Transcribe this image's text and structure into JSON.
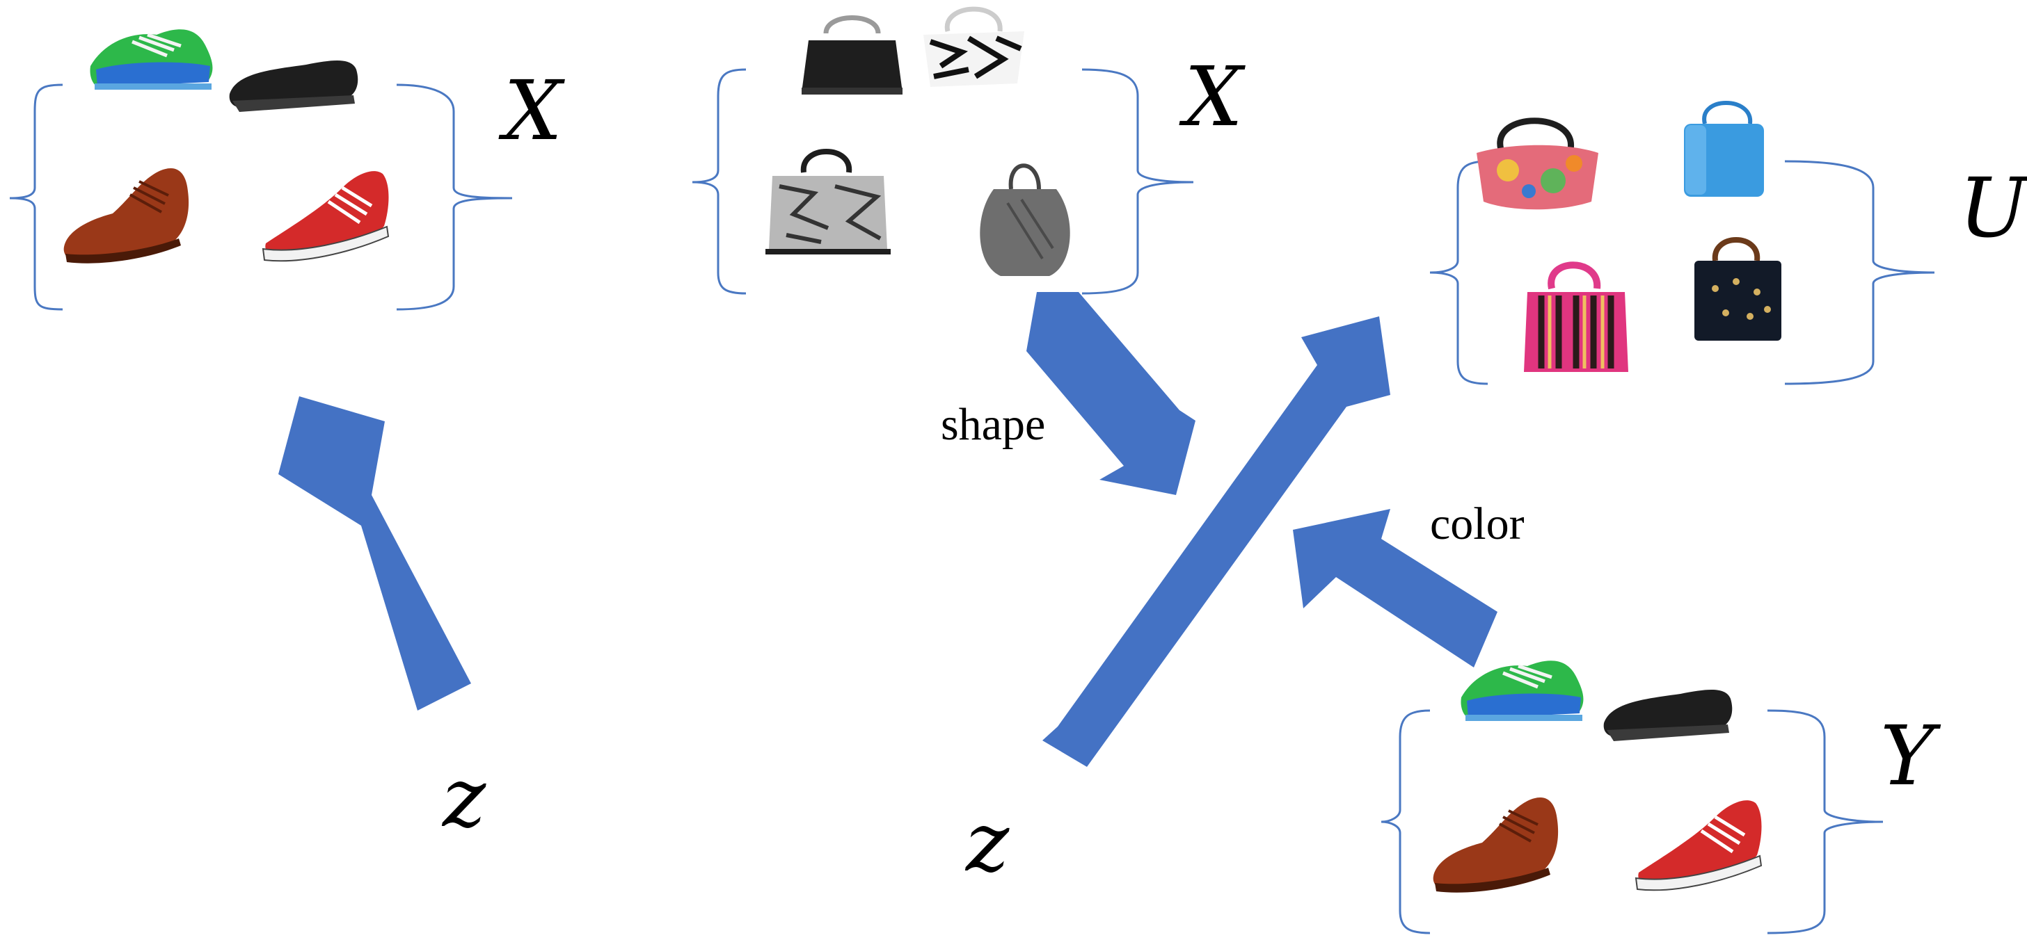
{
  "diagram": {
    "sets": {
      "x_shoes": {
        "symbol": "X",
        "content": "shoes"
      },
      "x_bags": {
        "symbol": "X",
        "content": "handbags"
      },
      "u_bags": {
        "symbol": "U",
        "content": "handbags"
      },
      "y_shoes": {
        "symbol": "Y",
        "content": "shoes"
      }
    },
    "latent_left": "z",
    "latent_right": "z",
    "arrow_labels": {
      "shape": "shape",
      "color": "color"
    }
  },
  "colors": {
    "arrow_fill": "#4472c4",
    "brace_stroke": "#4a78c2"
  },
  "icons": {
    "shoes": [
      "running-shoe-icon",
      "black-loafer-icon",
      "brown-oxford-icon",
      "red-sneaker-icon"
    ],
    "bags_x": [
      "black-handbag-icon",
      "zebra-handbag-icon",
      "patterned-handbag-icon",
      "grey-hobo-bag-icon"
    ],
    "bags_u": [
      "floral-handbag-icon",
      "blue-handbag-icon",
      "striped-pink-bag-icon",
      "black-studded-bag-icon"
    ]
  }
}
